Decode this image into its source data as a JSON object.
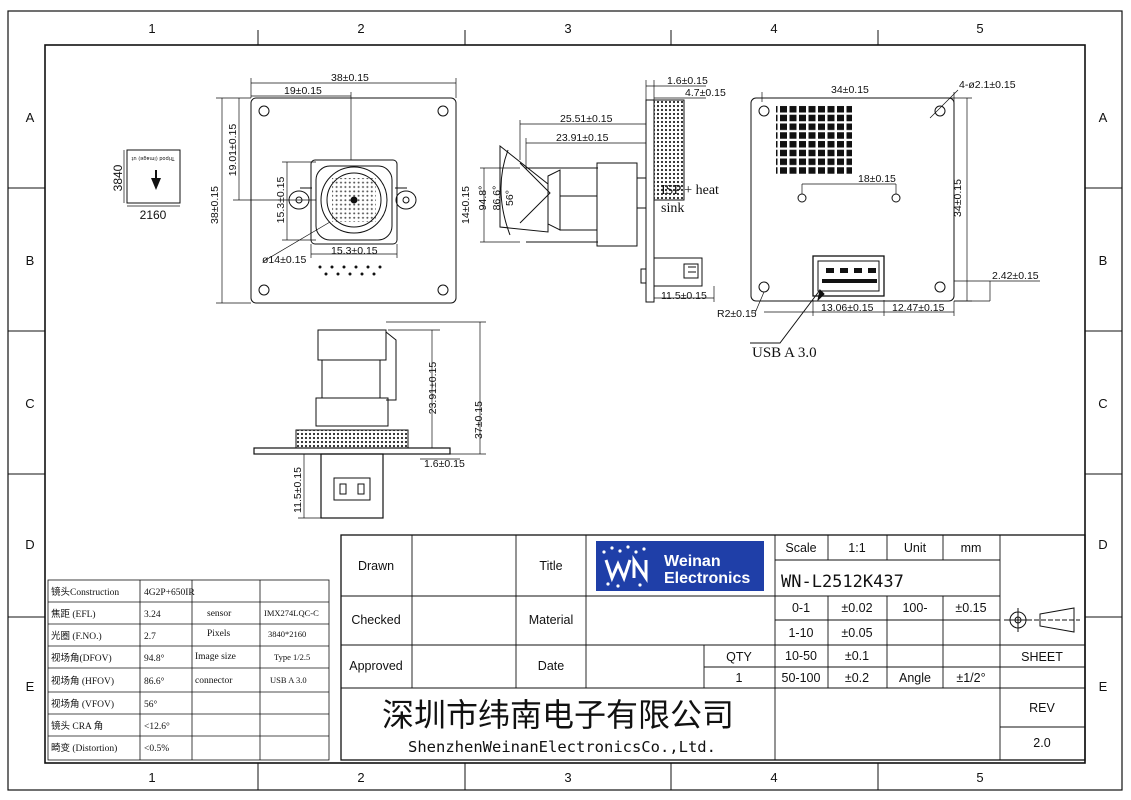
{
  "grid": {
    "columns": [
      "1",
      "2",
      "3",
      "4",
      "5"
    ],
    "rows": [
      "A",
      "B",
      "C",
      "D",
      "E"
    ]
  },
  "dims": {
    "front_width": "38±0.15",
    "front_half": "19±0.15",
    "front_height": "38±0.15",
    "front_top_offset": "19.01±0.15",
    "sensor_h": "15.3±0.15",
    "sensor_w": "15.3±0.15",
    "lens_dia": "ø14±0.15",
    "side_16": "1.6±0.15",
    "side_47": "4.7±0.15",
    "side_2551": "25.51±0.15",
    "side_2391": "23.91±0.15",
    "side_14": "14±0.15",
    "fov_d": "94.8°",
    "fov_h": "86.6°",
    "fov_v": "56°",
    "side_115": "11.5±0.15",
    "back_width": "34±0.15",
    "back_holes": "4-ø2.1±0.15",
    "back_18": "18±0.15",
    "back_height": "34±0.15",
    "back_242": "2.42±0.15",
    "back_r2": "R2±0.15",
    "back_1306": "13.06±0.15",
    "back_1247": "12.47±0.15",
    "bottom_2391": "23.91±0.15",
    "bottom_37": "37±0.15",
    "bottom_16": "1.6±0.15",
    "bottom_115": "11.5±0.15",
    "res_h": "3840",
    "res_w": "2160"
  },
  "notes": {
    "isp_line1": "ISP + heat",
    "isp_line2": "sink",
    "usb": "USB A 3.0"
  },
  "spec_table": {
    "rows": [
      {
        "label": "镜头Construction",
        "value": "4G2P+650IR",
        "key": "",
        "val": ""
      },
      {
        "label": "焦距 (EFL)",
        "value": "3.24",
        "key": "sensor",
        "val": "IMX274LQC-C"
      },
      {
        "label": "光圈 (F.NO.)",
        "value": "2.7",
        "key": "Pixels",
        "val": "3840*2160"
      },
      {
        "label": "视场角(DFOV)",
        "value": "94.8°",
        "key": "Image size",
        "val": "Type 1/2.5"
      },
      {
        "label": "视场角 (HFOV)",
        "value": "86.6°",
        "key": "connector",
        "val": "USB A 3.0"
      },
      {
        "label": "视场角 (VFOV)",
        "value": "56°",
        "key": "",
        "val": ""
      },
      {
        "label": "镜头 CRA 角",
        "value": "<12.6°",
        "key": "",
        "val": ""
      },
      {
        "label": "畸变 (Distortion)",
        "value": "<0.5%",
        "key": "",
        "val": ""
      }
    ]
  },
  "title_block": {
    "drawn": "Drawn",
    "title": "Title",
    "checked": "Checked",
    "material": "Material",
    "approved": "Approved",
    "date": "Date",
    "logo_line1": "Weinan",
    "logo_line2": "Electronics",
    "part_no": "WN-L2512K437",
    "scale_label": "Scale",
    "scale_value": "1:1",
    "unit_label": "Unit",
    "unit_value": "mm",
    "tol": [
      {
        "range": "0-1",
        "tol": "±0.02",
        "range2": "100-",
        "tol2": "±0.15"
      },
      {
        "range": "1-10",
        "tol": "±0.05",
        "range2": "",
        "tol2": ""
      },
      {
        "range": "10-50",
        "tol": "±0.1",
        "range2": "",
        "tol2": ""
      },
      {
        "range": "50-100",
        "tol": "±0.2",
        "range2": "Angle",
        "tol2": "±1/2°"
      }
    ],
    "qty_label": "QTY",
    "qty_value": "1",
    "sheet_label": "SHEET",
    "rev_label": "REV",
    "rev_value": "2.0",
    "company_cn": "深圳市纬南电子有限公司",
    "company_en": "ShenzhenWeinanElectronicsCo.,Ltd."
  }
}
